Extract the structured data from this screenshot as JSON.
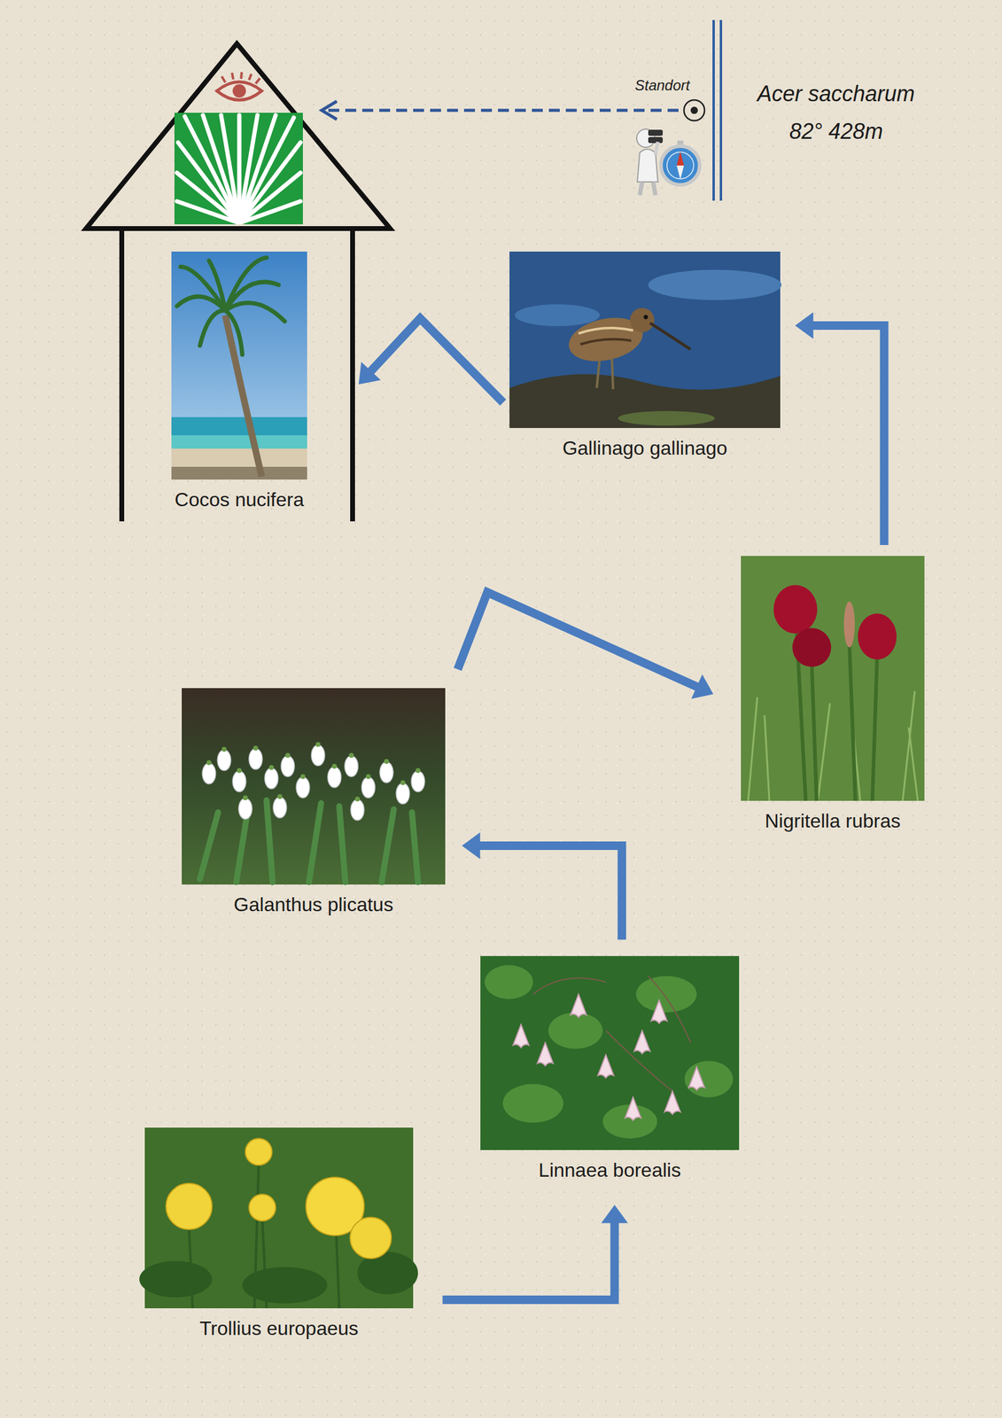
{
  "diagram": {
    "nodes": [
      {
        "text": [
          "Cocos nucifera"
        ]
      },
      {
        "text": [
          "Gallinago gallinago"
        ]
      },
      {
        "text": [
          "Nigritella rubras"
        ]
      },
      {
        "text": [
          "Galanthus plicatus"
        ]
      },
      {
        "text": [
          "Linnaea borealis"
        ]
      },
      {
        "text": [
          "Trollius europaeus"
        ]
      }
    ],
    "edges": [
      {
        "from": 5,
        "to": 4,
        "arrow": "to"
      },
      {
        "from": 4,
        "to": 3,
        "arrow": "to"
      },
      {
        "from": 3,
        "to": 2,
        "arrow": "to"
      },
      {
        "from": 2,
        "to": 1,
        "arrow": "to"
      },
      {
        "from": 1,
        "to": 0,
        "arrow": "to"
      }
    ],
    "labels": [
      "Standort",
      "Acer saccharum",
      "82° 428m"
    ]
  }
}
